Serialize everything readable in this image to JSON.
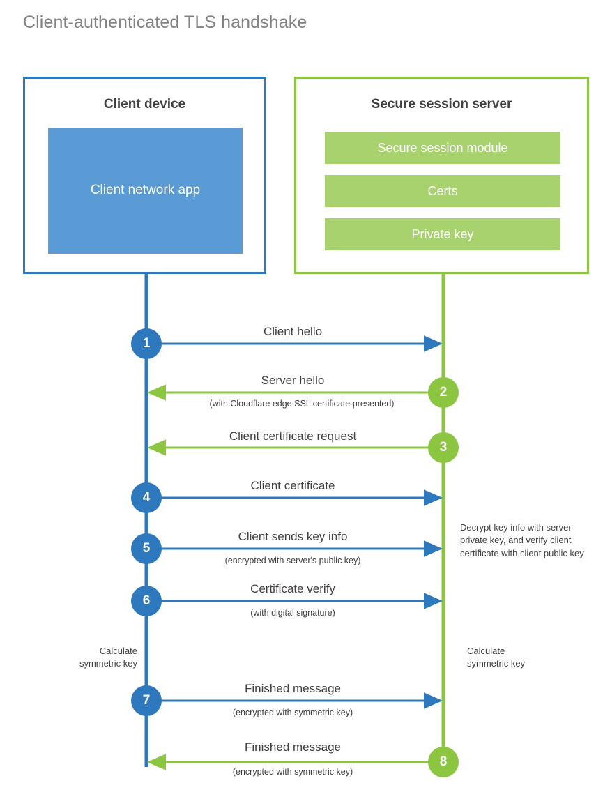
{
  "title": "Client-authenticated TLS handshake",
  "colors": {
    "client_blue": "#2e79bd",
    "client_app_fill": "#5b9bd5",
    "server_green": "#8cc640",
    "server_bar_fill": "#a8d26d",
    "title_gray": "#808285",
    "text_dark": "#404041"
  },
  "client": {
    "title": "Client device",
    "app_label": "Client network\napp"
  },
  "server": {
    "title": "Secure session server",
    "components": [
      "Secure session module",
      "Certs",
      "Private key"
    ]
  },
  "steps": [
    {
      "number": "1",
      "label": "Client hello",
      "sub": "",
      "direction": "client-to-server"
    },
    {
      "number": "2",
      "label": "Server hello",
      "sub": "(with Cloudflare edge SSL certificate presented)",
      "direction": "server-to-client"
    },
    {
      "number": "3",
      "label": "Client certificate request",
      "sub": "",
      "direction": "server-to-client"
    },
    {
      "number": "4",
      "label": "Client certificate",
      "sub": "",
      "direction": "client-to-server"
    },
    {
      "number": "5",
      "label": "Client sends key info",
      "sub": "(encrypted with server's public key)",
      "direction": "client-to-server"
    },
    {
      "number": "6",
      "label": "Certificate verify",
      "sub": "(with digital signature)",
      "direction": "client-to-server"
    },
    {
      "number": "7",
      "label": "Finished message",
      "sub": "(encrypted with symmetric key)",
      "direction": "client-to-server"
    },
    {
      "number": "8",
      "label": "Finished message",
      "sub": "(encrypted with symmetric key)",
      "direction": "server-to-client"
    }
  ],
  "notes": {
    "server_decrypt": "Decrypt key info with server private key, and verify client certificate with client public key",
    "client_calculate": "Calculate\nsymmetric key",
    "server_calculate": "Calculate\nsymmetric key"
  }
}
